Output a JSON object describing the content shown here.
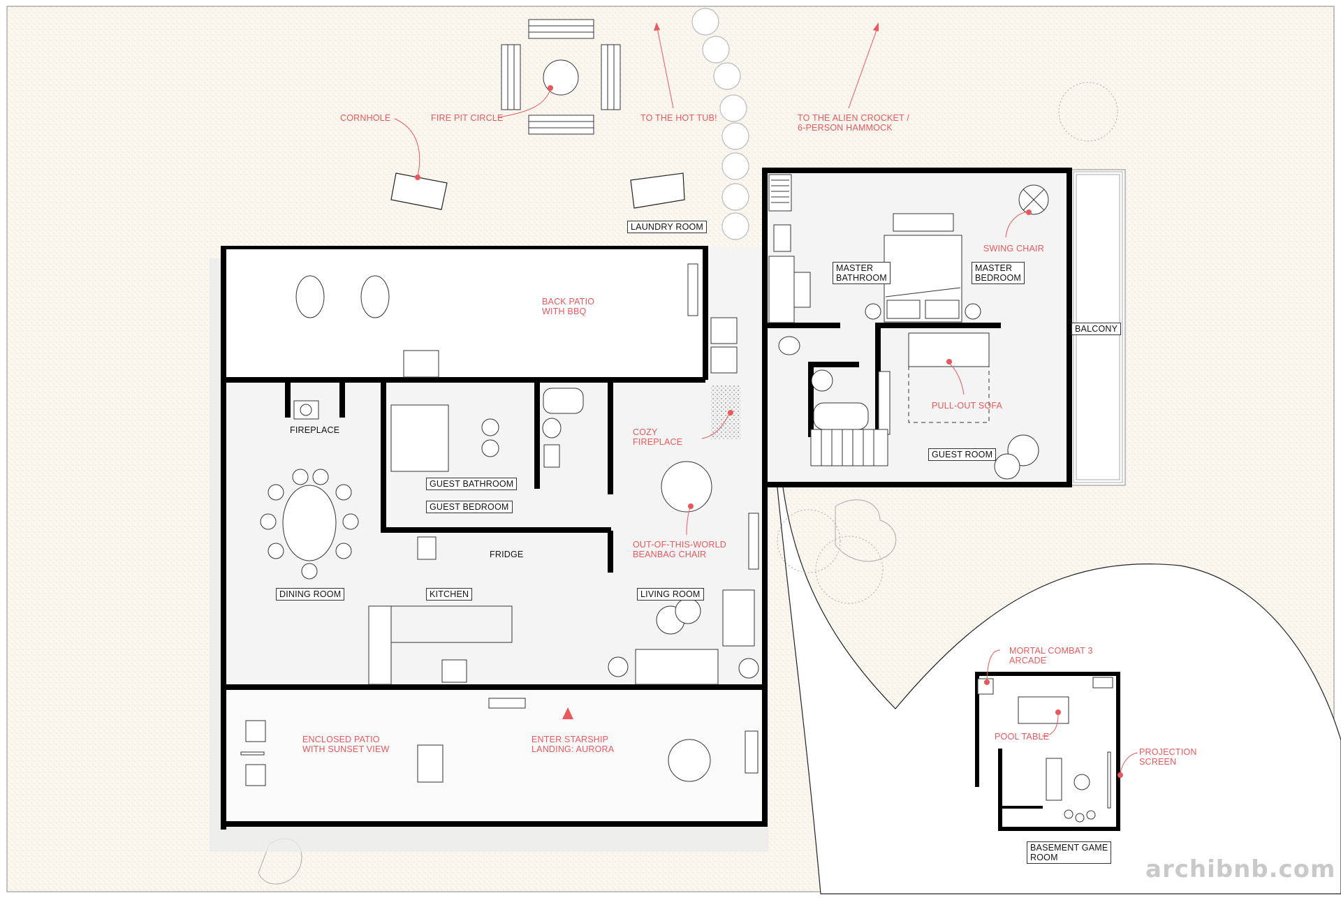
{
  "colors": {
    "ground": "#f8f5ef",
    "floor": "#f3f3f3",
    "wall": "#000000",
    "annotation": "#e9585c",
    "watermark": "#c9c9c9"
  },
  "room_labels": {
    "laundry_room": "LAUNDRY ROOM",
    "master_bathroom": [
      "MASTER",
      "BATHROOM"
    ],
    "master_bedroom": [
      "MASTER",
      "BEDROOM"
    ],
    "balcony": "BALCONY",
    "guest_room": "GUEST ROOM",
    "fireplace": "FIREPLACE",
    "guest_bathroom": "GUEST BATHROOM",
    "guest_bedroom": "GUEST BEDROOM",
    "fridge": "FRIDGE",
    "dining_room": "DINING ROOM",
    "kitchen": "KITCHEN",
    "living_room": "LIVING ROOM",
    "basement_game_room": [
      "BASEMENT  GAME",
      "ROOM"
    ]
  },
  "annotations": {
    "cornhole": "CORNHOLE",
    "fire_pit_circle": "FIRE PIT CIRCLE",
    "hot_tub": "TO THE HOT TUB!",
    "alien_crocket": [
      "TO THE ALIEN CROCKET /",
      "6-PERSON HAMMOCK"
    ],
    "back_patio": [
      "BACK PATIO",
      "WITH BBQ"
    ],
    "swing_chair": "SWING CHAIR",
    "pull_out_sofa": "PULL-OUT SOFA",
    "cozy_fireplace": [
      "COZY",
      "FIREPLACE"
    ],
    "beanbag_chair": [
      "OUT-OF-THIS-WORLD",
      "BEANBAG CHAIR"
    ],
    "enclosed_patio": [
      "ENCLOSED PATIO",
      "WITH SUNSET VIEW"
    ],
    "entrance": [
      "ENTER STARSHIP",
      "LANDING: AURORA"
    ],
    "arcade": [
      "MORTAL COMBAT 3",
      "ARCADE"
    ],
    "pool_table": "POOL TABLE",
    "projection_screen": [
      "PROJECTION",
      "SCREEN"
    ]
  },
  "watermark": "archibnb.com"
}
